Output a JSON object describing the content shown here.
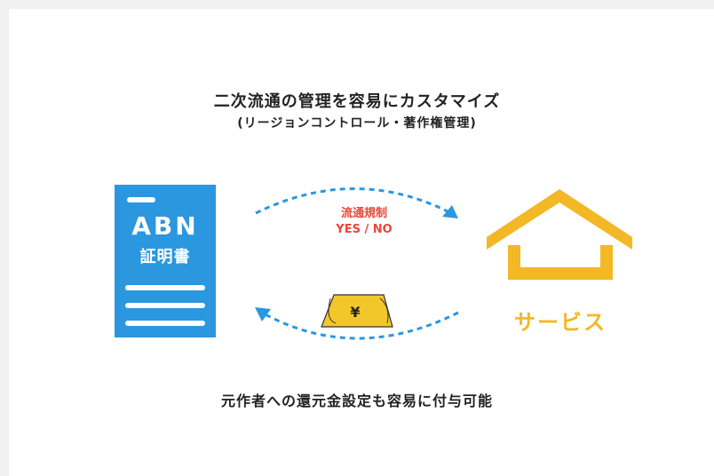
{
  "header": {
    "title": "二次流通の管理を容易にカスタマイズ",
    "subtitle": "(リージョンコントロール・著作権管理)"
  },
  "certificate": {
    "line1": "ABN",
    "line2": "証明書",
    "color": "#2a97de"
  },
  "top_arrow": {
    "label_line1": "流通規制",
    "label_line2": "YES / NO",
    "label_color": "#e8473a"
  },
  "payment": {
    "symbol": "¥",
    "color": "#f2c72a"
  },
  "service": {
    "label": "サービス",
    "color": "#f2b826",
    "icon": "house-icon"
  },
  "footer": {
    "text": "元作者への還元金設定も容易に付与可能"
  },
  "colors": {
    "arrow": "#2a97de",
    "background": "#f0f0f0",
    "card": "#ffffff"
  }
}
